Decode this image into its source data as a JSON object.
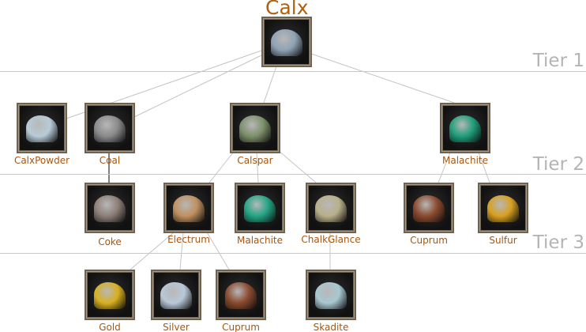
{
  "title": "Calx",
  "tiers": [
    "Tier 1",
    "Tier 2",
    "Tier 3"
  ],
  "root": {
    "name": "Calx",
    "color": "#8fa3b5"
  },
  "tier2": [
    {
      "name": "CalxPowder",
      "color": "#b9ccd8"
    },
    {
      "name": "Coal",
      "color": "#8a8a8a"
    },
    {
      "name": "Calspar",
      "color": "#7d8f6a"
    },
    {
      "name": "Malachite",
      "color": "#1f9e7a"
    }
  ],
  "tier3": [
    {
      "name": "Coke",
      "color": "#8d7f78"
    },
    {
      "name": "Electrum",
      "color": "#c09060"
    },
    {
      "name": "Malachite",
      "color": "#23a585"
    },
    {
      "name": "ChalkGlance",
      "color": "#b9b08a"
    },
    {
      "name": "Cuprum",
      "color": "#8a4a2e"
    },
    {
      "name": "Sulfur",
      "color": "#d8a020"
    }
  ],
  "tier4": [
    {
      "name": "Gold",
      "color": "#d8b020"
    },
    {
      "name": "Silver",
      "color": "#b8c8d8"
    },
    {
      "name": "Cuprum",
      "color": "#8a4a2e"
    },
    {
      "name": "Skadite",
      "color": "#a8c8d0"
    }
  ]
}
